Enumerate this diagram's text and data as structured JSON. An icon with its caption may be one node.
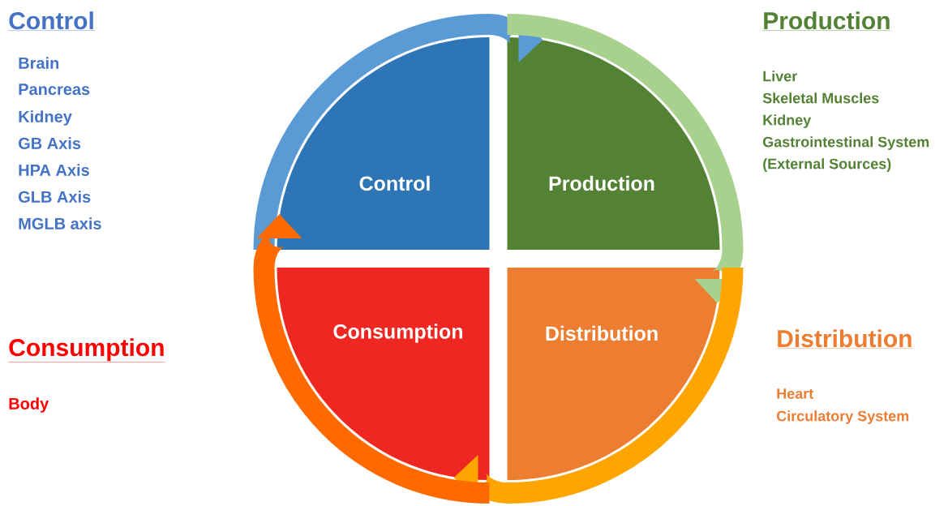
{
  "diagram": {
    "nodes": [
      {
        "text": [
          "Control"
        ]
      },
      {
        "text": [
          "Production"
        ]
      },
      {
        "text": [
          "Consumption"
        ]
      },
      {
        "text": [
          "Distribution"
        ]
      }
    ],
    "edges": [
      {
        "from": 0,
        "to": 1,
        "arrow": "to",
        "color": "#5b9bd5"
      },
      {
        "from": 1,
        "to": 3,
        "arrow": "to",
        "color": "#a9d18e"
      },
      {
        "from": 3,
        "to": 2,
        "arrow": "to",
        "color": "#ffa500"
      },
      {
        "from": 2,
        "to": 0,
        "arrow": "to",
        "color": "#ff6a00"
      }
    ],
    "labels": [
      "Control",
      "Brain",
      "Pancreas",
      "Kidney",
      "GB Axis",
      "HPA Axis",
      "GLB Axis",
      "MGLB axis",
      "Production",
      "Liver",
      "Skeletal Muscles",
      "Kidney",
      "Gastrointestinal System",
      "(External Sources)",
      "Consumption",
      "Body",
      "Distribution",
      "Heart",
      "Circulatory System"
    ]
  }
}
